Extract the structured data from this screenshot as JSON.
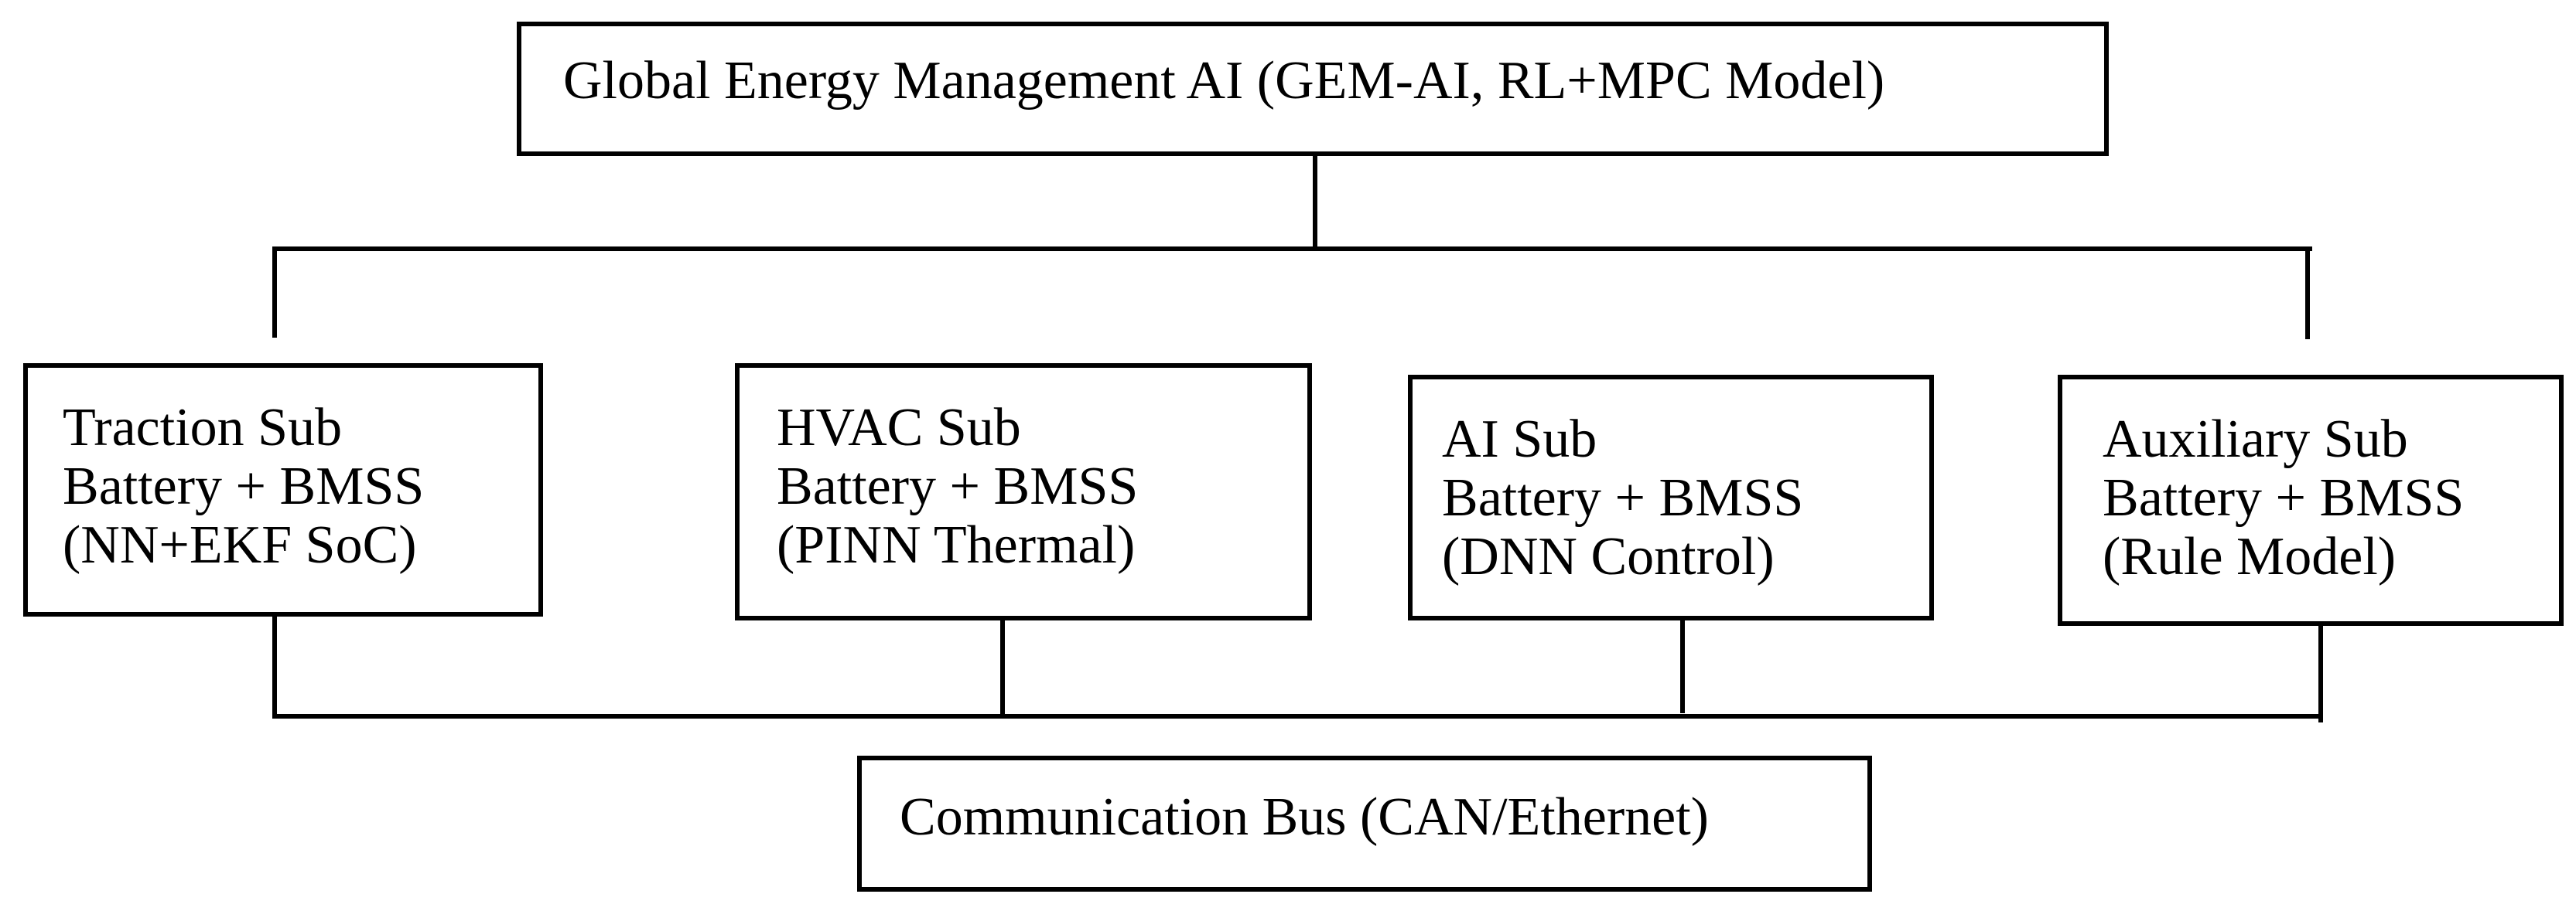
{
  "global_controller": {
    "label": "Global Energy Management AI (GEM-AI, RL+MPC Model)"
  },
  "subsystems": [
    {
      "line1": "Traction Sub",
      "line2": "Battery + BMSS",
      "line3": "(NN+EKF SoC)"
    },
    {
      "line1": "HVAC Sub",
      "line2": "Battery + BMSS",
      "line3": "(PINN Thermal)"
    },
    {
      "line1": "AI Sub",
      "line2": "Battery + BMSS",
      "line3": "(DNN Control)"
    },
    {
      "line1": "Auxiliary Sub",
      "line2": "Battery + BMSS",
      "line3": "(Rule Model)"
    }
  ],
  "communication_bus": {
    "label": "Communication Bus (CAN/Ethernet)"
  }
}
